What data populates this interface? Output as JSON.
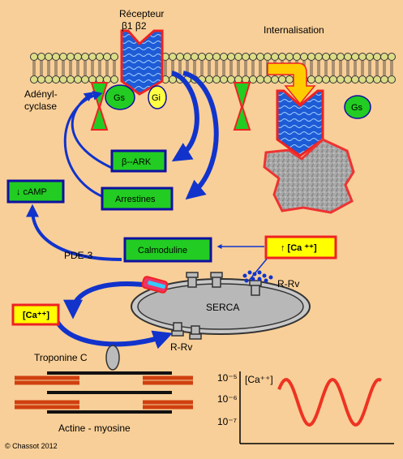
{
  "labels": {
    "receptor": "Récepteur",
    "receptor_sub": "β1 β2",
    "internalisation": "Internalisation",
    "adenyl_line1": "Adényl-",
    "adenyl_line2": "cyclase",
    "gs": "Gs",
    "gi": "Gi",
    "gs_internal": "Gs",
    "pde3": "PDE-3",
    "rrv_top": "R-Rv",
    "rrv_bottom": "R-Rv",
    "serca": "SERCA",
    "troponin": "Troponine C",
    "actin": "Actine - myosine",
    "copyright": "© Chassot  2012"
  },
  "boxes": {
    "bark": "β--ARK",
    "arrestines": "Arrestines",
    "camp": "↓ cAMP",
    "calmoduline": "Calmoduline",
    "ca_high": "↑ [Ca ⁺⁺]",
    "ca_low": "[Ca⁺⁺]"
  },
  "oscillation": {
    "ylabel": "[Ca⁺⁺]",
    "ticks": [
      "10⁻⁵",
      "10⁻⁶",
      "10⁻⁷"
    ]
  },
  "colors": {
    "background": "#f8cf98",
    "green_box": "#22cc22",
    "box_border": "#1010a0",
    "yellow_box": "#ffff00",
    "red_border": "#ee2222",
    "arrow_blue": "#1133cc",
    "receptor_blue": "#1e5bd6",
    "wave_red": "#ee3322"
  }
}
